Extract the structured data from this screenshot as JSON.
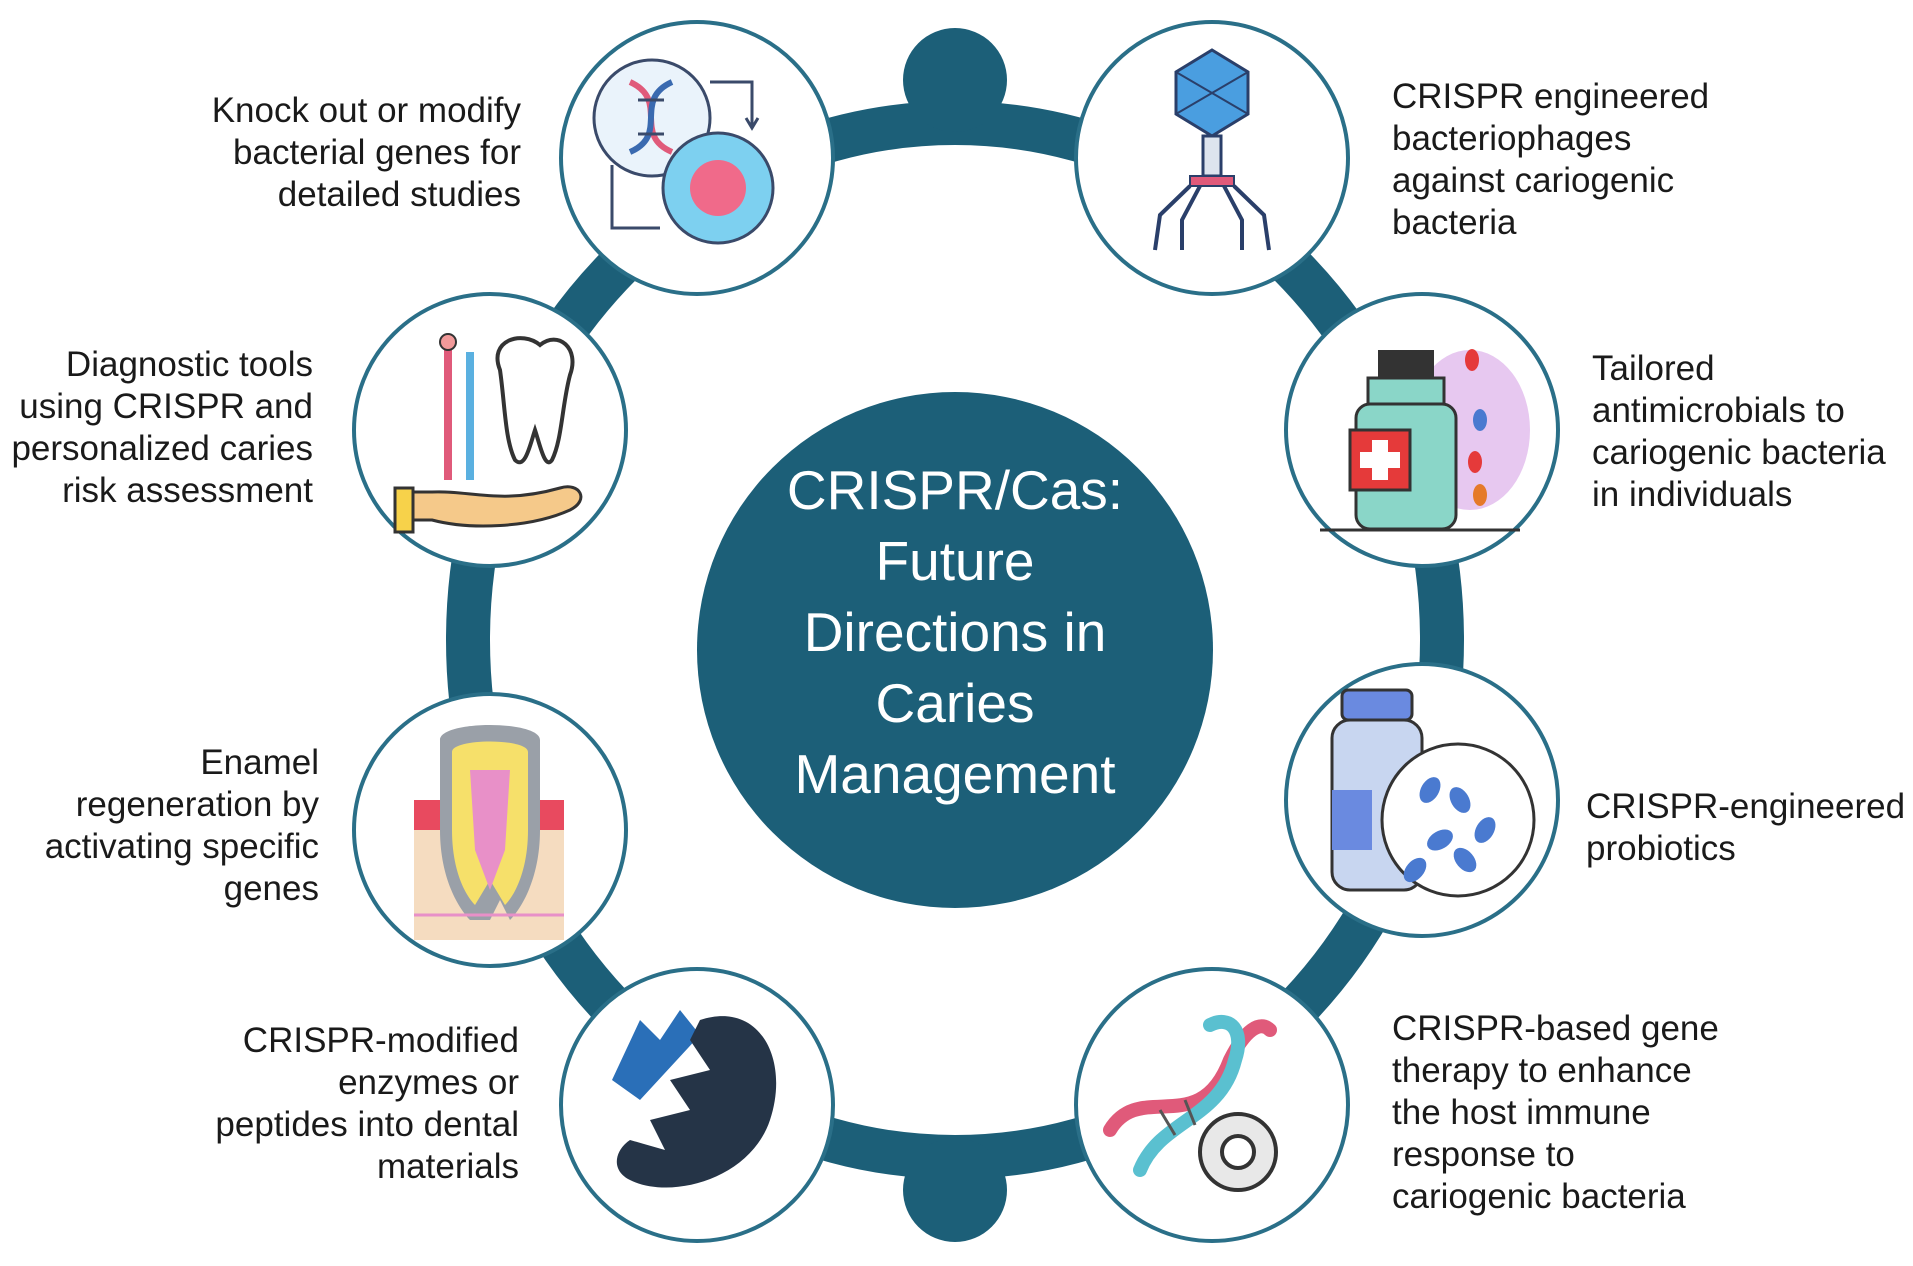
{
  "colors": {
    "ring": "#1c5f78",
    "circle_border": "#2a6f88",
    "center_fill": "#1c5f78",
    "center_text": "#ffffff"
  },
  "center": {
    "title_lines": [
      "CRISPR/Cas:",
      "Future",
      "Directions in",
      "Caries",
      "Management"
    ]
  },
  "nodes": [
    {
      "icon": "gene-knockout-icon",
      "lines": [
        "Knock out or modify",
        "bacterial genes for",
        "detailed studies"
      ]
    },
    {
      "icon": "bacteriophage-icon",
      "lines": [
        "CRISPR engineered",
        "bacteriophages",
        "against cariogenic",
        "bacteria"
      ]
    },
    {
      "icon": "diagnostic-tools-icon",
      "lines": [
        "Diagnostic tools",
        "using CRISPR and",
        "personalized caries",
        "risk assessment"
      ]
    },
    {
      "icon": "antimicrobial-bottle-icon",
      "lines": [
        "Tailored",
        "antimicrobials to",
        "cariogenic bacteria",
        "in individuals"
      ]
    },
    {
      "icon": "tooth-cross-section-icon",
      "lines": [
        "Enamel",
        "regeneration by",
        "activating specific",
        "genes"
      ]
    },
    {
      "icon": "probiotics-icon",
      "lines": [
        "CRISPR-engineered",
        "probiotics"
      ]
    },
    {
      "icon": "enzyme-peptide-icon",
      "lines": [
        "CRISPR-modified",
        "enzymes or",
        "peptides into dental",
        "materials"
      ]
    },
    {
      "icon": "dna-gene-therapy-icon",
      "lines": [
        "CRISPR-based gene",
        "therapy to enhance",
        "the host immune",
        "response to",
        "cariogenic bacteria"
      ]
    }
  ]
}
